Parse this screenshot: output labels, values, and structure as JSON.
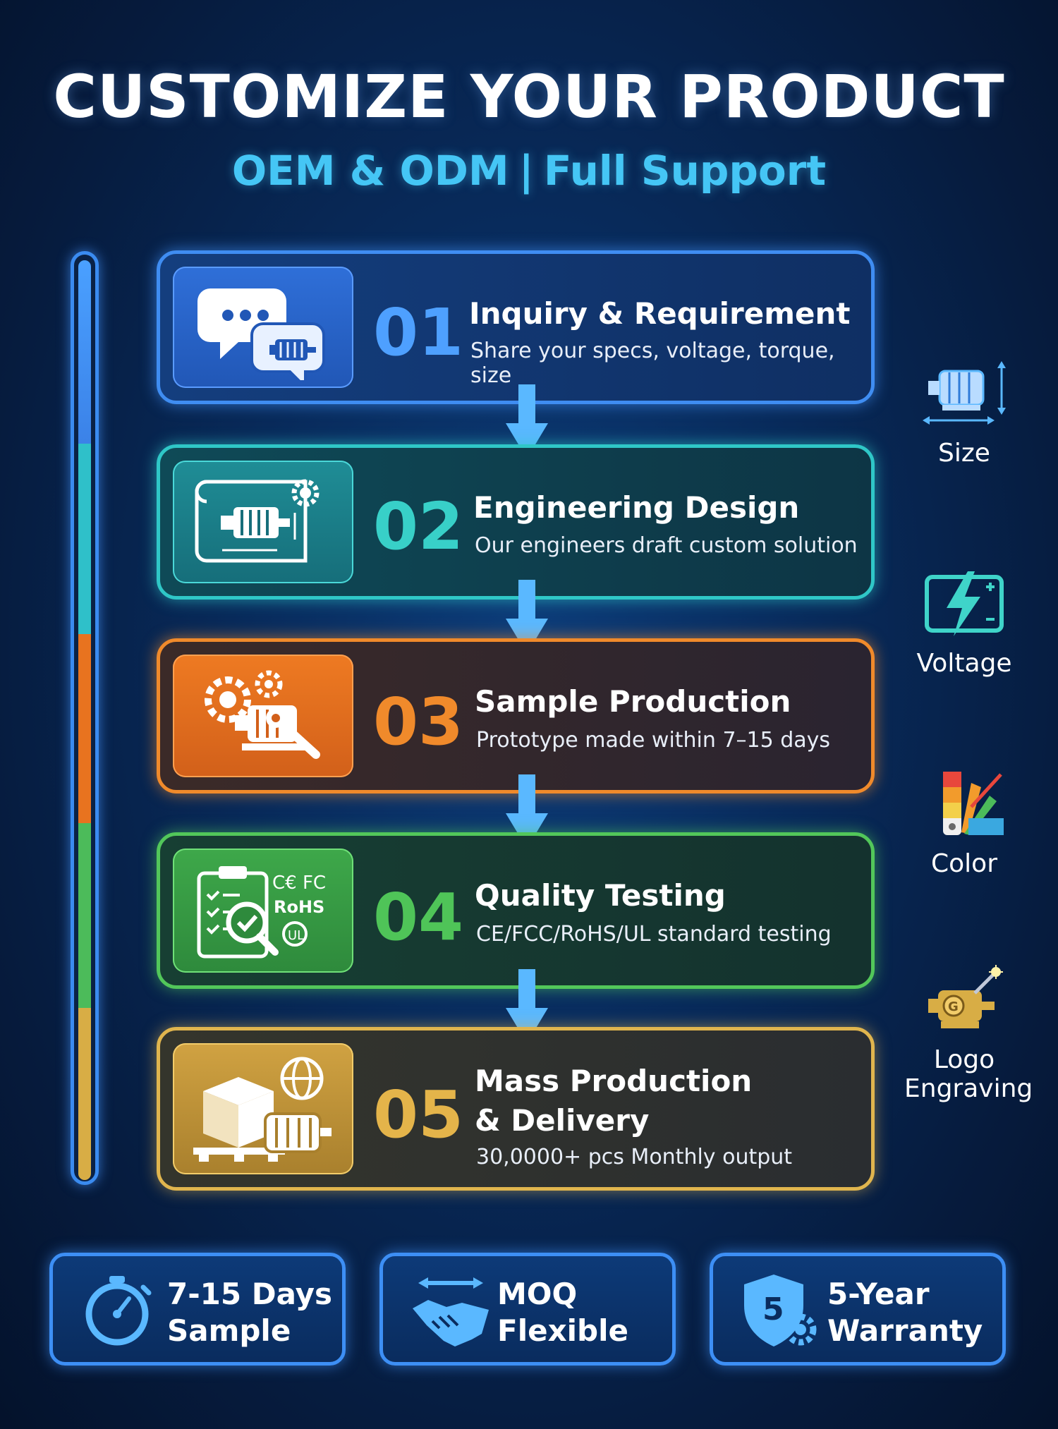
{
  "header": {
    "title": "CUSTOMIZE YOUR PRODUCT",
    "subtitle_left": "OEM & ODM",
    "subtitle_sep": "|",
    "subtitle_right": "Full Support"
  },
  "steps": [
    {
      "number": "01",
      "title": "Inquiry & Requirement",
      "desc": "Share your specs, voltage, torque, size",
      "icon": "chat-motor-icon",
      "color": "#3f8df2"
    },
    {
      "number": "02",
      "title": "Engineering Design",
      "desc": "Our engineers draft custom solution",
      "icon": "blueprint-motor-icon",
      "color": "#2fc7c7"
    },
    {
      "number": "03",
      "title": "Sample Production",
      "desc": "Prototype made within 7–15 days",
      "icon": "gears-wrench-motor-icon",
      "color": "#f08a2b"
    },
    {
      "number": "04",
      "title": "Quality Testing",
      "desc": "CE/FCC/RoHS/UL standard testing",
      "icon": "clipboard-magnifier-icon",
      "color": "#52c75a"
    },
    {
      "number": "05",
      "title_line1": "Mass Production",
      "title_line2": "& Delivery",
      "desc": "30,0000+ pcs Monthly output",
      "icon": "boxes-globe-motor-icon",
      "color": "#e0b54e"
    }
  ],
  "side_features": [
    {
      "label": "Size",
      "icon": "motor-dimensions-icon"
    },
    {
      "label": "Voltage",
      "icon": "battery-lightning-icon"
    },
    {
      "label": "Color",
      "icon": "color-swatch-icon"
    },
    {
      "label_line1": "Logo",
      "label_line2": "Engraving",
      "icon": "motor-logo-engraving-icon"
    }
  ],
  "badges": [
    {
      "line1": "7-15 Days",
      "line2": "Sample",
      "icon": "stopwatch-icon"
    },
    {
      "line1": "MOQ",
      "line2": "Flexible",
      "icon": "handshake-icon"
    },
    {
      "line1": "5-Year",
      "line2": "Warranty",
      "icon": "shield-gear-icon",
      "icon_text": "5"
    }
  ]
}
